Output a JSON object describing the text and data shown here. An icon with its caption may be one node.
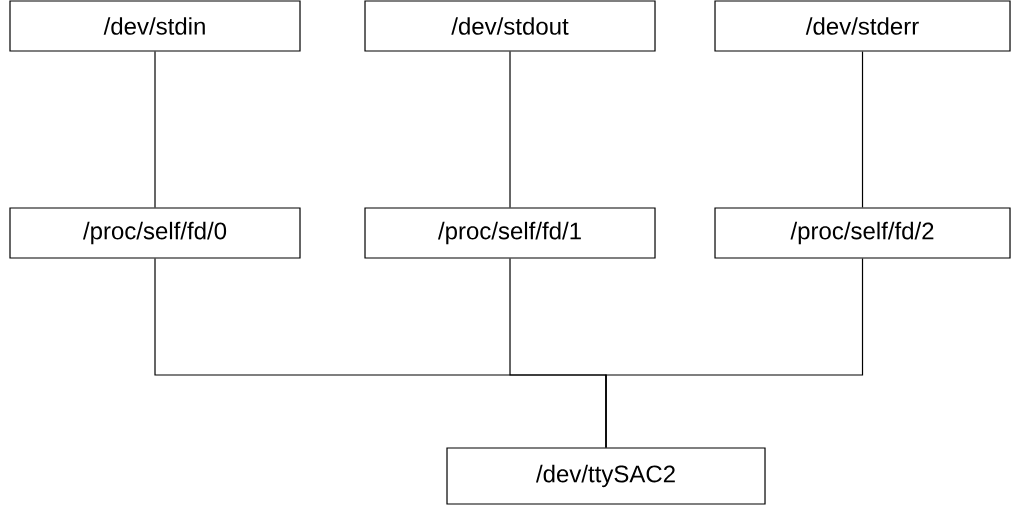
{
  "diagram": {
    "nodes": [
      {
        "text": [
          "/dev/stdin"
        ]
      },
      {
        "text": [
          "/dev/stdout"
        ]
      },
      {
        "text": [
          "/dev/stderr"
        ]
      },
      {
        "text": [
          "/proc/self/fd/0"
        ]
      },
      {
        "text": [
          "/proc/self/fd/1"
        ]
      },
      {
        "text": [
          "/proc/self/fd/2"
        ]
      },
      {
        "text": [
          "/dev/ttySAC2"
        ]
      }
    ],
    "edges": [
      {
        "from": 0,
        "to": 3,
        "arrow": "none"
      },
      {
        "from": 1,
        "to": 4,
        "arrow": "none"
      },
      {
        "from": 2,
        "to": 5,
        "arrow": "none"
      },
      {
        "from": 3,
        "to": 6,
        "arrow": "none"
      },
      {
        "from": 4,
        "to": 6,
        "arrow": "none"
      },
      {
        "from": 5,
        "to": 6,
        "arrow": "none"
      }
    ]
  }
}
